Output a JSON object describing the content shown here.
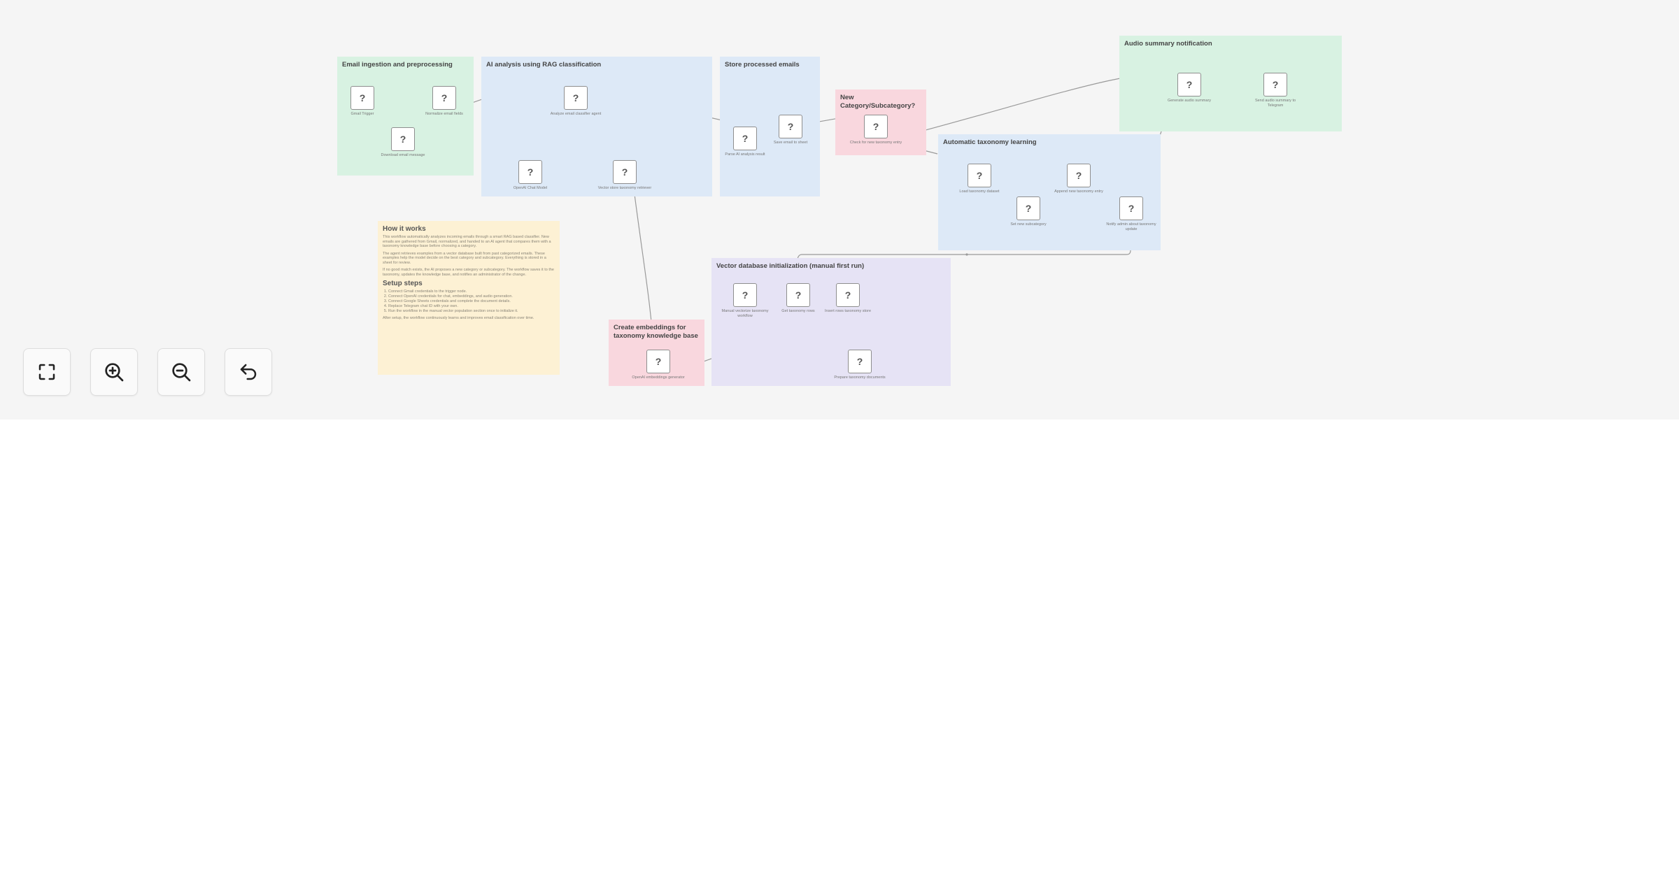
{
  "groups": {
    "ingest": "Email ingestion and preprocessing",
    "ai": "AI analysis using RAG classification",
    "store": "Store processed emails",
    "newcat": "New Category/Subcategory?",
    "autotax": "Automatic taxonomy learning",
    "audio": "Audio summary notification",
    "vector": "Vector database initialization (manual first run)",
    "embed": "Create embeddings for\ntaxonomy knowledge base"
  },
  "node_symbol": "?",
  "nodes": {
    "n_gmail_trigger": "Gmail Trigger",
    "n_normalize": "Normalize email fields",
    "n_download": "Download email message",
    "n_agent": "Analyze email classifier agent",
    "n_openai_model": "OpenAI Chat Model",
    "n_vector_store": "Vector store taxonomy retriever",
    "n_parse": "Parse AI analysis result",
    "n_save": "Save email to sheet",
    "n_if_new": "Check for new taxonomy entry",
    "n_load": "Load taxonomy dataset",
    "n_set": "Set new subcategory",
    "n_append": "Append new taxonomy entry",
    "n_notify": "Notify admin about taxonomy update",
    "n_audio": "Generate audio summary",
    "n_telegram": "Send audio summary to Telegram",
    "n_manual": "Manual vectorize taxonomy workflow",
    "n_fetch": "Get taxonomy rows",
    "n_insert": "Insert rows taxonomy store",
    "n_prepare": "Prepare taxonomy documents",
    "n_embed": "OpenAI embeddings generator"
  },
  "note": {
    "title": "How it works",
    "p1": "This workflow automatically analyzes incoming emails through a smart RAG based classifier. New emails are gathered from Gmail, normalized, and handed to an AI agent that compares them with a taxonomy knowledge base before choosing a category.",
    "p2": "The agent retrieves examples from a vector database built from past categorized emails. These examples help the model decide on the best category and subcategory. Everything is stored in a sheet for review.",
    "p3": "If no good match exists, the AI proposes a new category or subcategory. The workflow saves it to the taxonomy, updates the knowledge base, and notifies an administrator of the change.",
    "setup_title": "Setup steps",
    "steps": [
      "Connect Gmail credentials to the trigger node.",
      "Connect OpenAI credentials for chat, embeddings, and audio generation.",
      "Connect Google Sheets credentials and complete the document details.",
      "Replace Telegram chat ID with your own.",
      "Run the workflow in the manual vector population section once to initialize it."
    ],
    "footer": "After setup, the workflow continuously learns and improves email classification over time."
  },
  "controls": {
    "fit": "fullscreen-icon",
    "zoom_in": "zoom-in-icon",
    "zoom_out": "zoom-out-icon",
    "undo": "undo-icon"
  }
}
